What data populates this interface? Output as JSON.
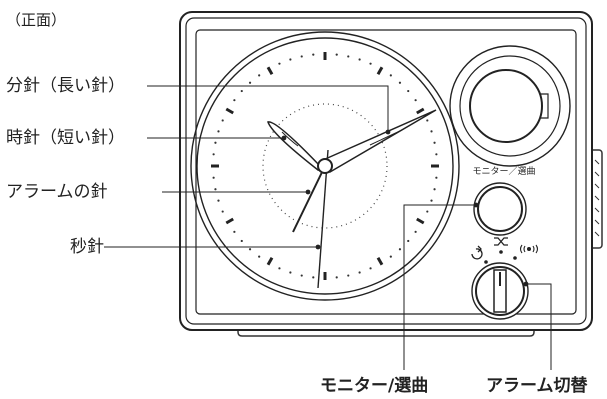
{
  "view_label": "（正面）",
  "callouts": {
    "minute_hand": "分針（長い針）",
    "hour_hand": "時針（短い針）",
    "alarm_hand": "アラームの針",
    "second_hand": "秒針",
    "monitor_select": "モニター/選曲",
    "alarm_switch": "アラーム切替"
  },
  "device_text": {
    "button_caption": "モニター／選曲"
  },
  "icons": [
    "repeat-icon",
    "shuffle-icon",
    "radio-wave-icon"
  ],
  "colors": {
    "line": "#222222",
    "bg": "#ffffff"
  }
}
